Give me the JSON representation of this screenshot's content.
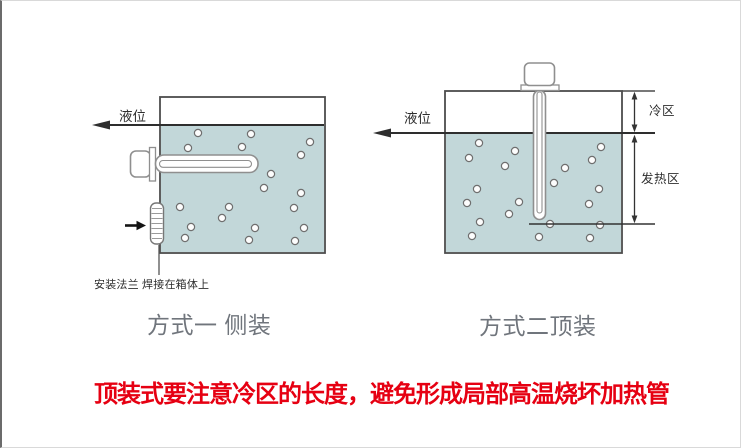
{
  "colors": {
    "liquid": "#c2d7d9",
    "tank_border": "#4c4c4c",
    "dark_line": "#2e2e2e",
    "heater_outline": "#8f8f8f",
    "caption_gray": "#70757c",
    "warning_red": "#e60012"
  },
  "left_diagram": {
    "liquid_level_label": "液位",
    "flange_note": "安装法兰 焊接在箱体上",
    "caption": "方式一 侧装"
  },
  "right_diagram": {
    "liquid_level_label": "液位",
    "cold_zone_label": "冷区",
    "heating_zone_label": "发热区",
    "caption": "方式二顶装"
  },
  "warning_text": "顶装式要注意冷区的长度，避免形成局部高温烧坏加热管"
}
